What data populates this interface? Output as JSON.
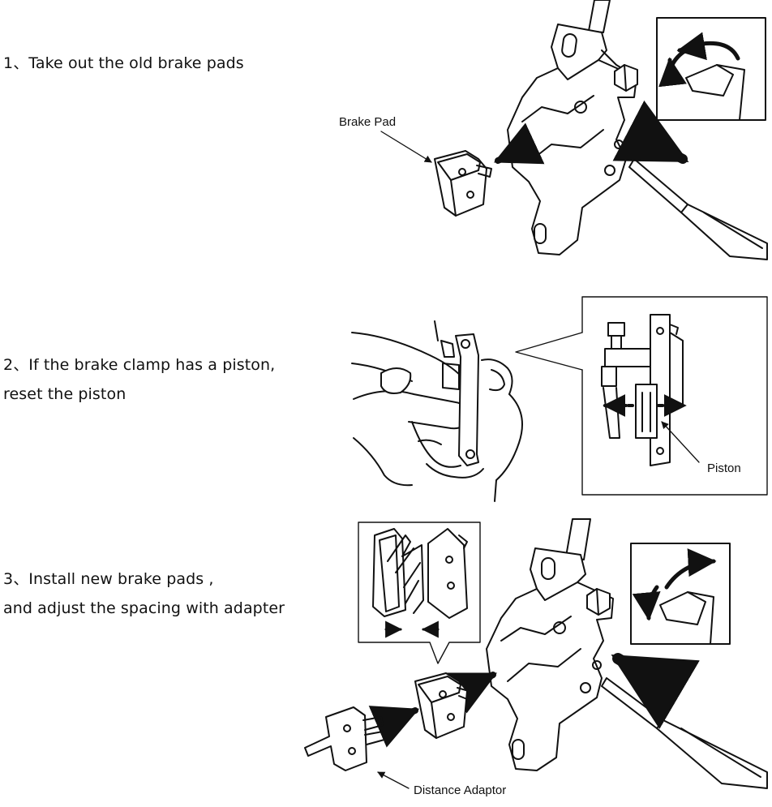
{
  "steps": [
    {
      "lines": [
        "1、Take out the old  brake pads"
      ]
    },
    {
      "lines": [
        "2、If the brake clamp has a piston,",
        "reset the piston"
      ]
    },
    {
      "lines": [
        "3、Install new brake pads ,",
        "and adjust the spacing with adapter"
      ]
    }
  ],
  "callouts": {
    "brake_pad": "Brake Pad",
    "piston": "Piston",
    "distance_adaptor": "Distance Adaptor"
  }
}
